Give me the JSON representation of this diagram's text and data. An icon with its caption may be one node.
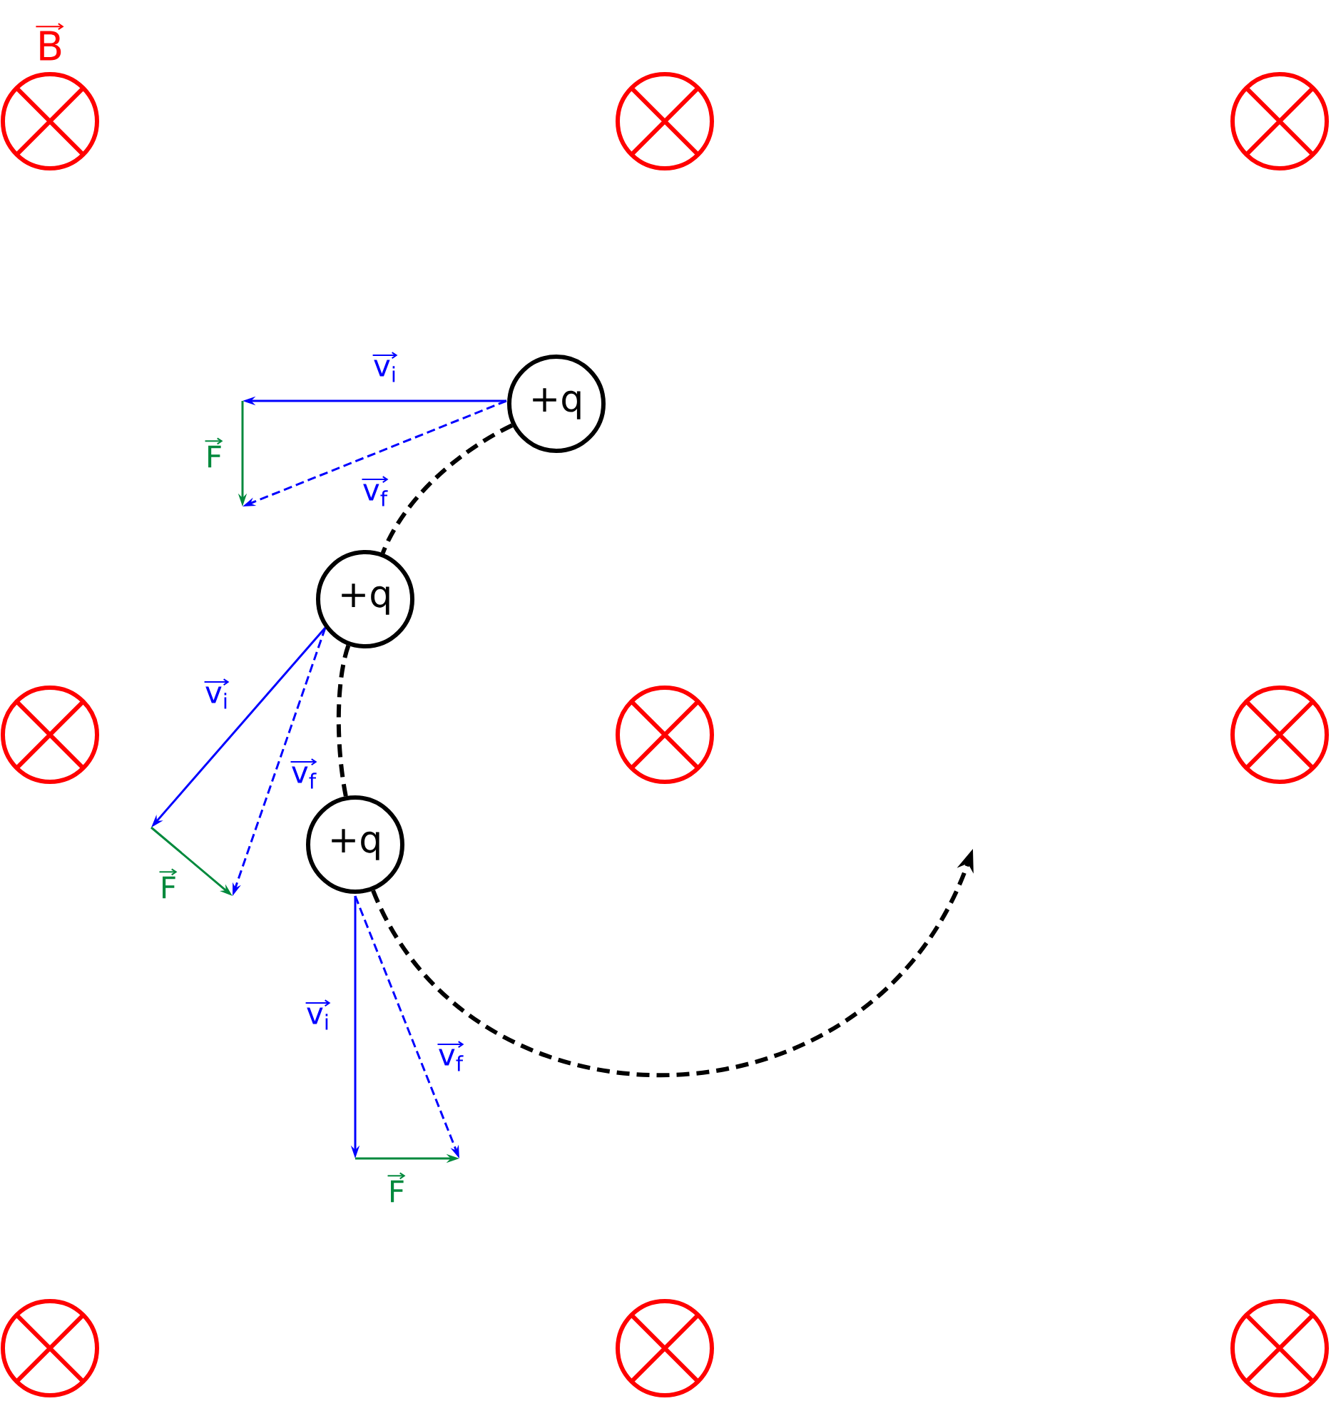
{
  "diagram": {
    "nodes": [
      {
        "text": [
          "+q"
        ]
      },
      {
        "text": [
          "+q"
        ]
      },
      {
        "text": [
          "+q"
        ]
      }
    ],
    "edges": [
      {
        "from": 0,
        "to": 1,
        "arrow": "none",
        "style": "dashed"
      },
      {
        "from": 1,
        "to": 2,
        "arrow": "none",
        "style": "dashed"
      },
      {
        "from": 2,
        "to": null,
        "arrow": "to",
        "style": "dashed"
      }
    ],
    "labels": [
      "B",
      "v$_{i}$",
      "F",
      "v$_{f}$",
      "v$_{i}$",
      "v$_{f}$",
      "F",
      "v$_{i}$",
      "v$_{f}$",
      "F"
    ]
  }
}
